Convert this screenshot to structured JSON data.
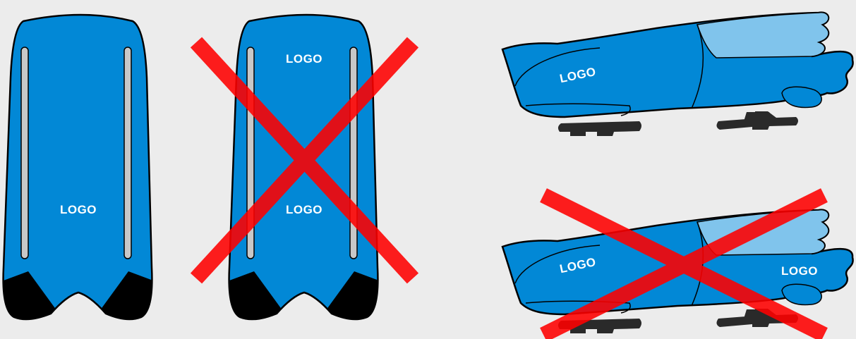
{
  "colors": {
    "background": "#ececec",
    "body_blue": "#0288d6",
    "canopy_light_blue": "#80c4ec",
    "outline": "#000000",
    "runner_gray": "#c8c8c8",
    "nose_black": "#000000",
    "skid_dark": "#2a2a2a",
    "cross_red": "#ff0000"
  },
  "examples": [
    {
      "id": "top-view-correct",
      "logos": [
        "LOGO"
      ],
      "crossed_out": false
    },
    {
      "id": "top-view-incorrect",
      "logos": [
        "LOGO",
        "LOGO"
      ],
      "crossed_out": true
    },
    {
      "id": "side-view-correct",
      "logos": [
        "LOGO"
      ],
      "crossed_out": false
    },
    {
      "id": "side-view-incorrect",
      "logos": [
        "LOGO",
        "LOGO"
      ],
      "crossed_out": true
    }
  ]
}
